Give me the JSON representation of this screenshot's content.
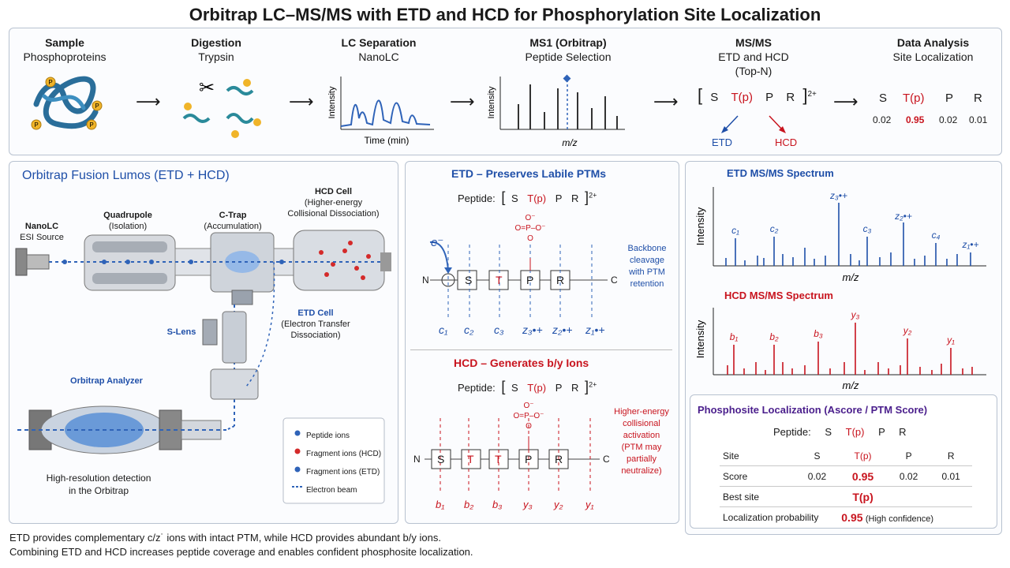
{
  "title": "Orbitrap LC–MS/MS with ETD and HCD for Phosphorylation Site Localization",
  "workflow": {
    "sample": {
      "title": "Sample",
      "sub": "Phosphoproteins",
      "p_label": "P"
    },
    "digestion": {
      "title": "Digestion",
      "sub": "Trypsin"
    },
    "lc": {
      "title": "LC Separation",
      "sub": "NanoLC",
      "ylabel": "Intensity",
      "xlabel": "Time (min)"
    },
    "ms1": {
      "title": "MS1 (Orbitrap)",
      "sub": "Peptide Selection",
      "ylabel": "Intensity",
      "xlabel": "m/z"
    },
    "msms": {
      "title": "MS/MS",
      "sub1": "ETD and HCD",
      "sub2": "(Top-N)",
      "seq": [
        "S",
        "T(p)",
        "P",
        "R"
      ],
      "charge": "2+",
      "etd": "ETD",
      "hcd": "HCD"
    },
    "analysis": {
      "title": "Data Analysis",
      "sub": "Site Localization",
      "seq": [
        "S",
        "T(p)",
        "P",
        "R"
      ],
      "scores": [
        "0.02",
        "0.95",
        "0.02",
        "0.01"
      ]
    }
  },
  "instrument": {
    "title": "Orbitrap Fusion Lumos (ETD + HCD)",
    "nanolc": "NanoLC",
    "esi": "ESI Source",
    "quad": "Quadrupole",
    "quad_sub": "(Isolation)",
    "ctrap": "C-Trap",
    "ctrap_sub": "(Accumulation)",
    "hcd_cell": "HCD Cell",
    "hcd_sub1": "(Higher-energy",
    "hcd_sub2": "Collisional Dissociation)",
    "slens": "S-Lens",
    "etd_cell": "ETD Cell",
    "etd_sub1": "(Electron Transfer",
    "etd_sub2": "Dissociation)",
    "orbitrap": "Orbitrap Analyzer",
    "detect1": "High-resolution detection",
    "detect2": "in the Orbitrap",
    "legend": [
      "Peptide ions",
      "Fragment ions (HCD)",
      "Fragment ions (ETD)",
      "Electron beam"
    ]
  },
  "etd_panel": {
    "title": "ETD – Preserves Labile PTMs",
    "peptide_label": "Peptide:",
    "seq": [
      "S",
      "T(p)",
      "P",
      "R"
    ],
    "charge": "2+",
    "electron": "e⁻",
    "residues": [
      "S",
      "T",
      "P",
      "R"
    ],
    "n_term": "N",
    "c_term": "C",
    "phospho": {
      "o_top": "O⁻",
      "o_left": "O=",
      "p": "P",
      "o_right": "O⁻",
      "o_bottom": "O"
    },
    "ions": [
      "c₁",
      "c₂",
      "c₃",
      "z₃•+",
      "z₂•+",
      "z₁•+"
    ],
    "note": [
      "Backbone",
      "cleavage",
      "with PTM",
      "retention"
    ]
  },
  "hcd_panel": {
    "title": "HCD – Generates b/y Ions",
    "peptide_label": "Peptide:",
    "seq": [
      "S",
      "T(p)",
      "P",
      "R"
    ],
    "charge": "2+",
    "residues": [
      "S",
      "T",
      "T",
      "P",
      "R"
    ],
    "n_term": "N",
    "c_term": "C",
    "phospho": {
      "o_top": "O⁻",
      "o_left": "O=",
      "p": "P",
      "o_right": "O⁻",
      "o_bottom": "O"
    },
    "ions": [
      "b₁",
      "b₂",
      "b₃",
      "y₃",
      "y₂",
      "y₁"
    ],
    "note": [
      "Higher-energy",
      "collisional",
      "activation",
      "(PTM may",
      "partially",
      "neutralize)"
    ]
  },
  "etd_spectrum": {
    "title": "ETD MS/MS Spectrum",
    "ylabel": "Intensity",
    "xlabel": "m/z",
    "labels": [
      "c₁",
      "c₂",
      "z₃•+",
      "c₃",
      "z₂•+",
      "c₄",
      "z₁•+"
    ]
  },
  "hcd_spectrum": {
    "title": "HCD MS/MS Spectrum",
    "ylabel": "Intensity",
    "xlabel": "m/z",
    "labels": [
      "b₁",
      "b₂",
      "b₃",
      "y₃",
      "y₂",
      "y₁"
    ]
  },
  "localization": {
    "title": "Phosphosite Localization (Ascore / PTM Score)",
    "peptide_label": "Peptide:",
    "seq": [
      "S",
      "T(p)",
      "P",
      "R"
    ],
    "rows": [
      {
        "label": "Site",
        "values": [
          "S",
          "T(p)",
          "P",
          "R"
        ]
      },
      {
        "label": "Score",
        "values": [
          "0.02",
          "0.95",
          "0.02",
          "0.01"
        ]
      },
      {
        "label": "Best site",
        "values": [
          "",
          "T(p)",
          "",
          ""
        ]
      },
      {
        "label": "Localization probability",
        "values": [
          "",
          "0.95",
          "",
          ""
        ],
        "note": "(High confidence)"
      }
    ]
  },
  "footer": [
    "ETD provides complementary c/z˙ ions with intact PTM, while HCD provides abundant b/y ions.",
    "Combining ETD and HCD increases peptide coverage and enables confident phosphosite localization."
  ],
  "colors": {
    "blue": "#1f4fa8",
    "red": "#c8141e",
    "purple": "#4a1e8c",
    "gold": "#f0b429"
  }
}
